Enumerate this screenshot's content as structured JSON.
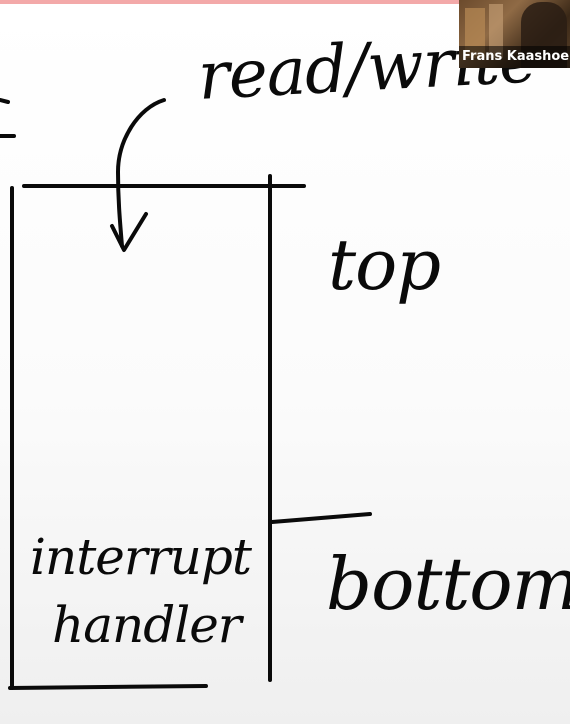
{
  "whiteboard": {
    "annotations": {
      "read_write": "read/write",
      "top": "top",
      "bottom": "bottom",
      "interrupt_line1": "interrupt",
      "interrupt_line2": "handler"
    }
  },
  "webcam": {
    "participant_name": "Frans Kaashoek"
  },
  "colors": {
    "ink": "#0a0a0a",
    "background": "#fbfbfb",
    "top_bar": "#f3a9a9"
  }
}
